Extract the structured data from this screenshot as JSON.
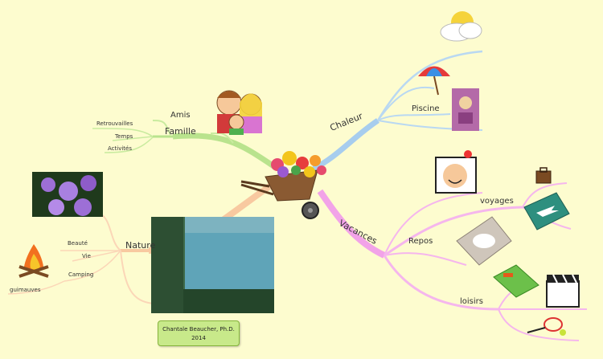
{
  "center": {
    "icon": "wheelbarrow-of-flowers-icon"
  },
  "branches": {
    "famille": {
      "label": "Famille",
      "color": "#b9e38d",
      "children": [
        "Amis",
        "Retrouvailles",
        "Temps",
        "Activités"
      ],
      "icon": "family-icon"
    },
    "nature": {
      "label": "Nature",
      "color": "#f8c9a0",
      "children": [
        "Beauté",
        "Vie",
        "Camping",
        "guimauves"
      ],
      "icons": [
        "purple-flowers-icon",
        "campfire-icon",
        "forest-lake-photo"
      ]
    },
    "chaleur": {
      "label": "Chaleur",
      "color": "#a7cdee",
      "children": [
        "Piscine"
      ],
      "icons": [
        "sun-cloud-icon",
        "beach-umbrella-icon",
        "cocktail-photo"
      ]
    },
    "vacances": {
      "label": "Vacances",
      "color": "#f2a3e8",
      "children": [
        "voyages",
        "Repos",
        "loisirs"
      ],
      "icons": [
        "smiling-face-icon",
        "suitcase-icon",
        "airplane-ticket-icon",
        "sleeping-cat-photo",
        "book-icon",
        "clapperboard-icon",
        "tennis-racket-icon"
      ]
    }
  },
  "credit": {
    "line1": "Chantale Beaucher, Ph.D.",
    "line2": "2014"
  }
}
